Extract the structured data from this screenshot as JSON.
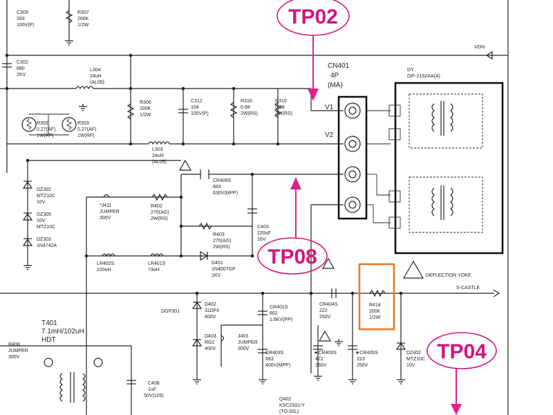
{
  "test_points": [
    {
      "id": "TP02",
      "label": "TP02"
    },
    {
      "id": "TP08",
      "label": "TP08"
    },
    {
      "id": "TP04",
      "label": "TP04"
    }
  ],
  "connector": {
    "ref": "CN401",
    "pins": "4P",
    "type": "(MA)",
    "pin_v1": "V1",
    "pin_v2": "V2"
  },
  "yoke": {
    "header": "DY",
    "part": "DIF-2192AA(A)",
    "note": "DEFLECTION YOKE"
  },
  "nets": {
    "von": "VON",
    "s_castle": "S-CASTLE",
    "dgp": "DGP30J"
  },
  "components": [
    {
      "id": "c309",
      "ref": "C309",
      "val1": "393",
      "val2": "100V(P)"
    },
    {
      "id": "r307",
      "ref": "R307",
      "val1": "200K",
      "val2": "1/2W"
    },
    {
      "id": "c302",
      "ref": "C302",
      "val1": "680",
      "val2": "2KV"
    },
    {
      "id": "l304",
      "ref": "L304",
      "val1": "24uH",
      "val2": "(AL05)"
    },
    {
      "id": "r306",
      "ref": "R306",
      "val1": "200K",
      "val2": "1/2W"
    },
    {
      "id": "c312",
      "ref": "C312",
      "val1": "104",
      "val2": "100V(P)"
    },
    {
      "id": "r316",
      "ref": "R316",
      "val1": "0.68",
      "val2": "2W(RS)"
    },
    {
      "id": "r315",
      "ref": "R315",
      "val1": "0.68",
      "val2": "2W(RS)"
    },
    {
      "id": "r302",
      "ref": "R302",
      "val1": "0.27(AF)",
      "val2": "1W(RF)"
    },
    {
      "id": "r303",
      "ref": "R303",
      "val1": "0.27(AF)",
      "val2": "1W(RF)"
    },
    {
      "id": "l303",
      "ref": "L303",
      "val1": "24uH",
      "val2": "(AL05)"
    },
    {
      "id": "cr406s",
      "ref": "CR406S",
      "val1": "683",
      "val2": "630V(MPP)"
    },
    {
      "id": "j411",
      "ref": "*J411",
      "val1": "JUMPER",
      "val2": "300V"
    },
    {
      "id": "r402",
      "ref": "R402",
      "val1": "270(AG)",
      "val2": "2W(RS)"
    },
    {
      "id": "r403",
      "ref": "R403",
      "val1": "270(AG)",
      "val2": "2W(RS)"
    },
    {
      "id": "c403",
      "ref": "C403",
      "val1": "220uF",
      "val2": "16V"
    },
    {
      "id": "dz302",
      "ref": "DZ302",
      "val1": "MTZ10C",
      "val2": "10V"
    },
    {
      "id": "dz305",
      "ref": "DZ305",
      "val1": "10V",
      "val2": "MTZ10C"
    },
    {
      "id": "dz303",
      "ref": "DZ303",
      "val1": "1N4742A",
      "val2": ""
    },
    {
      "id": "lr402s",
      "ref": "LR402S",
      "val1": "220uH",
      "val2": ""
    },
    {
      "id": "lr401s",
      "ref": "LR401S",
      "val1": "73uH",
      "val2": ""
    },
    {
      "id": "d401",
      "ref": "D401",
      "val1": "1N4007GP",
      "val2": "1KV"
    },
    {
      "id": "cr404s",
      "ref": "CR404S",
      "val1": "222",
      "val2": "250V"
    },
    {
      "id": "r414",
      "ref": "R414",
      "val1": "200K",
      "val2": "1/2W"
    },
    {
      "id": "d402",
      "ref": "D402",
      "val1": "31DF4",
      "val2": "400V"
    },
    {
      "id": "cr401s",
      "ref": "CR401S",
      "val1": "802",
      "val2": "1.6KV(PP)"
    },
    {
      "id": "d403",
      "ref": "D403",
      "val1": "RG2",
      "val2": "400V"
    },
    {
      "id": "j403",
      "ref": "J403",
      "val1": "JUMPER",
      "val2": "300V"
    },
    {
      "id": "cr403s",
      "ref": "CR403S",
      "val1": "683",
      "val2": "400V(MPP)"
    },
    {
      "id": "cr409s",
      "ref": "★CR409S",
      "val1": "472",
      "val2": "250V"
    },
    {
      "id": "cr405s",
      "ref": "★CR405S",
      "val1": "223",
      "val2": "250V"
    },
    {
      "id": "dz402",
      "ref": "DZ402",
      "val1": "MTZ10C",
      "val2": "10V"
    },
    {
      "id": "t401",
      "ref": "T401",
      "val1": "7.1mH/102uH",
      "val2": "HDT"
    },
    {
      "id": "r408",
      "ref": "R408",
      "val1": "JUMPER",
      "val2": "300V"
    },
    {
      "id": "c406",
      "ref": "C406",
      "val1": "1uF",
      "val2": "50V(105)"
    },
    {
      "id": "q402",
      "ref": "Q402",
      "val1": "KSC2331-Y",
      "val2": "(TO-92L)"
    }
  ],
  "colors": {
    "tp_accent": "#d4137e",
    "highlight_box": "#f07820"
  }
}
